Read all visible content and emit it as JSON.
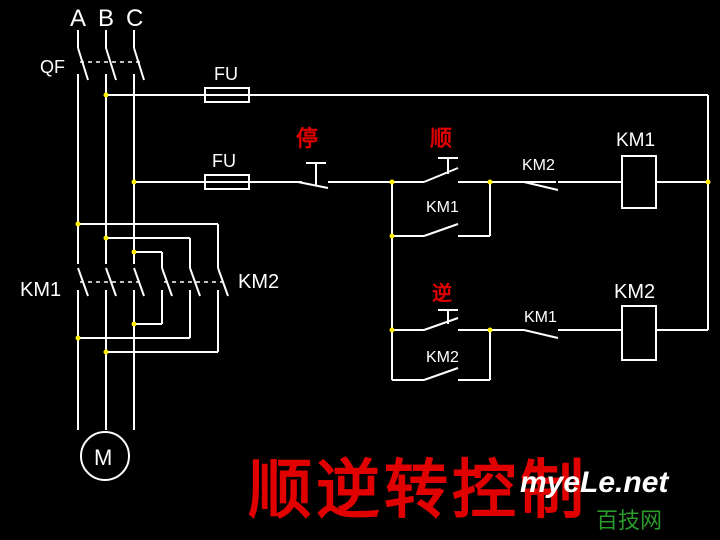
{
  "phases": {
    "a": "A",
    "b": "B",
    "c": "C"
  },
  "breaker": "QF",
  "fuse_top": "FU",
  "fuse_ctrl": "FU",
  "stop_button": "停",
  "fwd_button": "顺",
  "rev_button": "逆",
  "contactor1_main": "KM1",
  "contactor2_main": "KM2",
  "aux_km1_hold": "KM1",
  "aux_km2_hold": "KM2",
  "aux_km2_interlock": "KM2",
  "aux_km1_interlock": "KM1",
  "coil_km1": "KM1",
  "coil_km2": "KM2",
  "motor": "M",
  "title": "顺逆转控制",
  "watermark_url": "myeLe.net",
  "watermark_cn": "百技网",
  "colors": {
    "wire": "#ffffff",
    "node": "#ffee00",
    "title": "#e00000",
    "watermark": "#2a9a2a"
  }
}
